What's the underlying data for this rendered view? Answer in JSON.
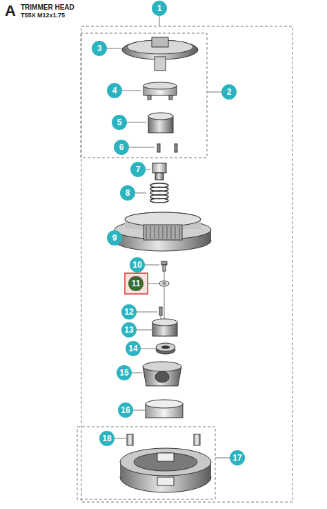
{
  "diagram": {
    "title": "TRIMMER HEAD",
    "nodes": [
      {
        "text": [
          "1"
        ]
      },
      {
        "text": [
          "2"
        ]
      },
      {
        "text": [
          "3"
        ]
      },
      {
        "text": [
          "4"
        ]
      },
      {
        "text": [
          "5"
        ]
      },
      {
        "text": [
          "6"
        ]
      },
      {
        "text": [
          "7"
        ]
      },
      {
        "text": [
          "8"
        ]
      },
      {
        "text": [
          "9"
        ]
      },
      {
        "text": [
          "10"
        ]
      },
      {
        "text": [
          "11"
        ]
      },
      {
        "text": [
          "12"
        ]
      },
      {
        "text": [
          "13"
        ]
      },
      {
        "text": [
          "14"
        ]
      },
      {
        "text": [
          "15"
        ]
      },
      {
        "text": [
          "16"
        ]
      },
      {
        "text": [
          "17"
        ]
      },
      {
        "text": [
          "18"
        ]
      }
    ],
    "labels": [
      "A",
      "T55X M12x1.75"
    ]
  }
}
